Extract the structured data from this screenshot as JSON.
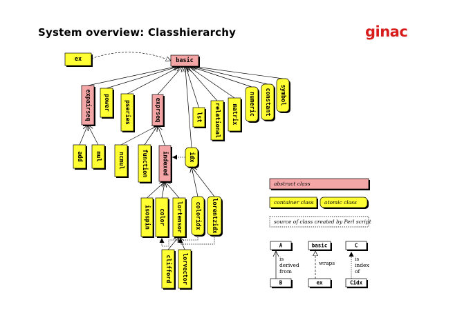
{
  "title": "System overview:  Classhierarchy",
  "logo": {
    "text": "ginac",
    "color": "#d81b1b"
  },
  "colors": {
    "abstract": "#f4a6a6",
    "container": "#ffff33",
    "atomic": "#ffff33",
    "line": "#000000"
  },
  "classes": {
    "ex": {
      "label": "ex",
      "kind": "container"
    },
    "basic": {
      "label": "basic",
      "kind": "abstract"
    },
    "expairseq": {
      "label": "expairseq",
      "kind": "abstract"
    },
    "power": {
      "label": "power",
      "kind": "container"
    },
    "pseries": {
      "label": "pseries",
      "kind": "container"
    },
    "exprseq": {
      "label": "exprseq",
      "kind": "abstract"
    },
    "lst": {
      "label": "lst",
      "kind": "container"
    },
    "relational": {
      "label": "relational",
      "kind": "container"
    },
    "matrix": {
      "label": "matrix",
      "kind": "container"
    },
    "numeric": {
      "label": "numeric",
      "kind": "atomic"
    },
    "constant": {
      "label": "constant",
      "kind": "atomic"
    },
    "symbol": {
      "label": "symbol",
      "kind": "atomic"
    },
    "add": {
      "label": "add",
      "kind": "container"
    },
    "mul": {
      "label": "mul",
      "kind": "container"
    },
    "ncmul": {
      "label": "ncmul",
      "kind": "container"
    },
    "function": {
      "label": "function",
      "kind": "container"
    },
    "indexed": {
      "label": "indexed",
      "kind": "abstract"
    },
    "idx": {
      "label": "idx",
      "kind": "atomic"
    },
    "isospin": {
      "label": "isospin",
      "kind": "container"
    },
    "color": {
      "label": "color",
      "kind": "container"
    },
    "lortensor": {
      "label": "lortensor",
      "kind": "container"
    },
    "coloridx": {
      "label": "coloridx",
      "kind": "atomic"
    },
    "lorentzidx": {
      "label": "lorentzidx",
      "kind": "atomic"
    },
    "clifford": {
      "label": "clifford",
      "kind": "container"
    },
    "lorvector": {
      "label": "lorvector",
      "kind": "container"
    }
  },
  "edges": [
    {
      "from": "expairseq",
      "to": "basic",
      "type": "derived"
    },
    {
      "from": "power",
      "to": "basic",
      "type": "derived"
    },
    {
      "from": "pseries",
      "to": "basic",
      "type": "derived"
    },
    {
      "from": "exprseq",
      "to": "basic",
      "type": "derived"
    },
    {
      "from": "idx",
      "to": "basic",
      "type": "derived"
    },
    {
      "from": "lst",
      "to": "basic",
      "type": "derived"
    },
    {
      "from": "relational",
      "to": "basic",
      "type": "derived"
    },
    {
      "from": "matrix",
      "to": "basic",
      "type": "derived"
    },
    {
      "from": "numeric",
      "to": "basic",
      "type": "derived"
    },
    {
      "from": "constant",
      "to": "basic",
      "type": "derived"
    },
    {
      "from": "symbol",
      "to": "basic",
      "type": "derived"
    },
    {
      "from": "add",
      "to": "expairseq",
      "type": "derived"
    },
    {
      "from": "mul",
      "to": "expairseq",
      "type": "derived"
    },
    {
      "from": "ncmul",
      "to": "exprseq",
      "type": "derived"
    },
    {
      "from": "function",
      "to": "exprseq",
      "type": "derived"
    },
    {
      "from": "indexed",
      "to": "exprseq",
      "type": "derived"
    },
    {
      "from": "isospin",
      "to": "indexed",
      "type": "derived"
    },
    {
      "from": "color",
      "to": "indexed",
      "type": "derived"
    },
    {
      "from": "lortensor",
      "to": "indexed",
      "type": "derived"
    },
    {
      "from": "coloridx",
      "to": "idx",
      "type": "derived"
    },
    {
      "from": "lorentzidx",
      "to": "idx",
      "type": "derived"
    },
    {
      "from": "clifford",
      "to": "lortensor",
      "type": "derived"
    },
    {
      "from": "lorvector",
      "to": "lortensor",
      "type": "derived"
    },
    {
      "from": "ex",
      "to": "basic",
      "type": "wraps"
    },
    {
      "from": "idx",
      "to": "indexed",
      "type": "index"
    },
    {
      "from": "lorentzidx",
      "to": "lortensor",
      "type": "index"
    },
    {
      "from": "coloridx",
      "to": "color",
      "type": "index"
    }
  ],
  "legend": {
    "abstract": "abstract class",
    "container": "container class",
    "atomic": "atomic class",
    "perl": "source of class created by Perl script",
    "derived": {
      "a": "A",
      "b": "B",
      "label": "is derived from"
    },
    "wraps": {
      "a": "basic",
      "b": "ex",
      "label": "wraps"
    },
    "index": {
      "a": "C",
      "b": "Cidx",
      "label": "is index of"
    }
  }
}
